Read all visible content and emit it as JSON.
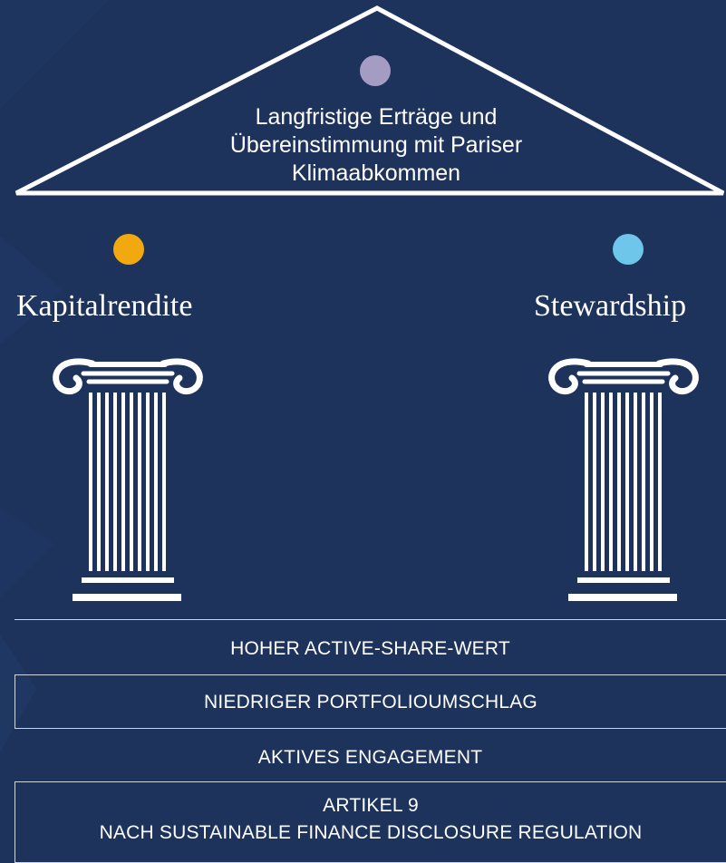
{
  "colors": {
    "background": "#1d335c",
    "roof_dot": "#a59cc4",
    "capital_dot": "#f1a90f",
    "stewardship_dot": "#6ec6ea",
    "line": "#ffffff"
  },
  "roof": {
    "title_lines": [
      "Langfristige Erträge und",
      "Übereinstimmung mit Pariser",
      "Klimaabkommen"
    ]
  },
  "pillars": [
    {
      "label": "Kapitalrendite",
      "icon": "ionic-column-icon"
    },
    {
      "label": "Stewardship",
      "icon": "ionic-column-icon"
    }
  ],
  "foundation": [
    {
      "lines": [
        "HOHER ACTIVE-SHARE-WERT"
      ]
    },
    {
      "lines": [
        "NIEDRIGER PORTFOLIOUMSCHLAG"
      ]
    },
    {
      "lines": [
        "AKTIVES ENGAGEMENT"
      ]
    },
    {
      "lines": [
        "ARTIKEL 9",
        "NACH SUSTAINABLE FINANCE DISCLOSURE REGULATION"
      ]
    }
  ]
}
